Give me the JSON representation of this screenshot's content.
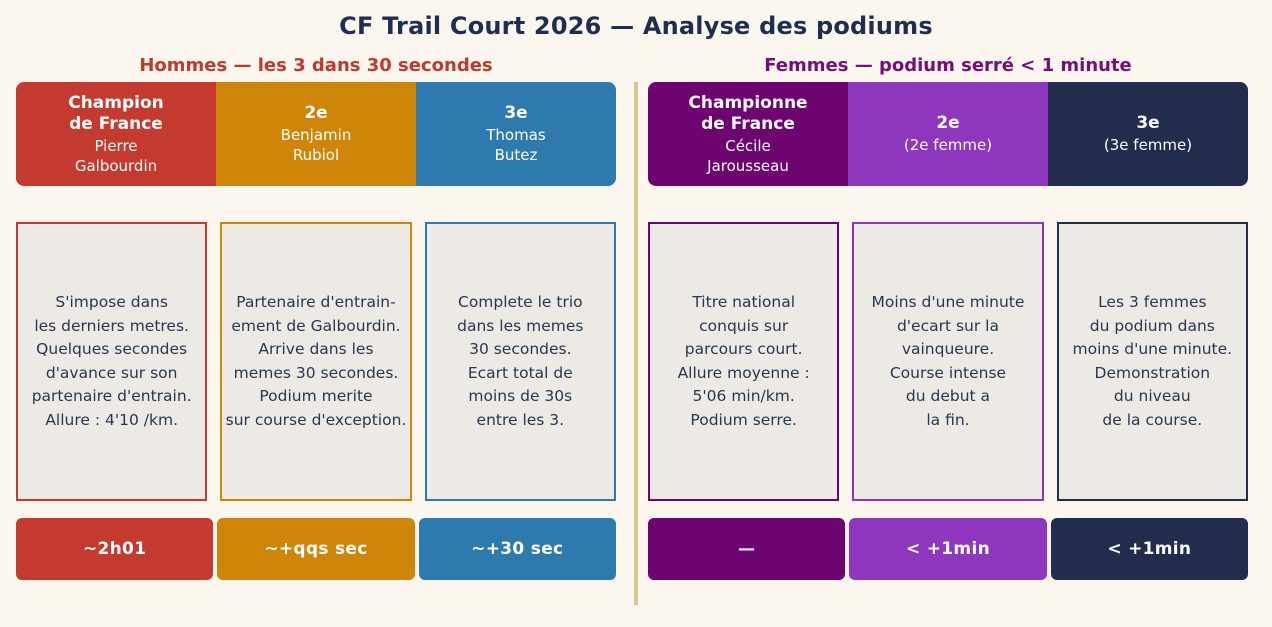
{
  "title": "CF Trail Court 2026 — Analyse des podiums",
  "title_color": "#1F2D4E",
  "background_color": "#FBF7EE",
  "divider_color": "#D2C98F",
  "panel_fill": "#EDEAE5",
  "panel_text_color": "#28374F",
  "sections": [
    {
      "id": "men",
      "heading": "Hommes — les 3 dans 30 secondes",
      "heading_color": "#C0392B",
      "columns": [
        {
          "rank": "Champion\nde France",
          "name": "Pierre\nGalbourdin",
          "color": "#C43A2E",
          "note": "S'impose dans\nles derniers metres.\nQuelques secondes\nd'avance sur son\npartenaire d'entrain.\nAllure : 4'10 /km.",
          "badge": "~2h01"
        },
        {
          "rank": "2e",
          "name": "Benjamin\nRubiol",
          "color": "#CE8508",
          "note": "Partenaire d'entrain-\nement de Galbourdin.\nArrive dans les\nmemes 30 secondes.\nPodium merite\nsur course d'exception.",
          "badge": "~+qqs sec"
        },
        {
          "rank": "3e",
          "name": "Thomas\nButez",
          "color": "#2E79AE",
          "note": "Complete le trio\ndans les memes\n30 secondes.\nEcart total de\nmoins de 30s\nentre les 3.",
          "badge": "~+30 sec"
        }
      ]
    },
    {
      "id": "women",
      "heading": "Femmes — podium serré < 1 minute",
      "heading_color": "#7B0B7B",
      "columns": [
        {
          "rank": "Championne\nde France",
          "name": "Cécile\nJarousseau",
          "color": "#6E0470",
          "note": "Titre national\nconquis sur\nparcours court.\nAllure moyenne :\n5'06 min/km.\nPodium serre.",
          "badge": "—"
        },
        {
          "rank": "2e",
          "name": "(2e femme)",
          "color": "#8E36BE",
          "note": "Moins d'une minute\nd'ecart sur la\nvainqueure.\nCourse intense\ndu debut a\nla fin.",
          "badge": "< +1min"
        },
        {
          "rank": "3e",
          "name": "(3e femme)",
          "color": "#222C4D",
          "note": "Les 3 femmes\ndu podium dans\nmoins d'une minute.\nDemonstration\ndu niveau\nde la course.",
          "badge": "< +1min"
        }
      ]
    }
  ]
}
